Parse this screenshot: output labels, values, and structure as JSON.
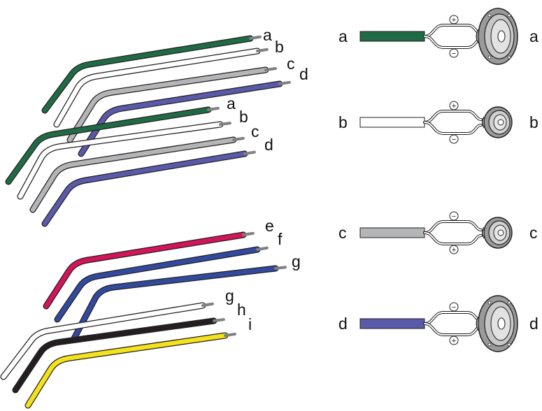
{
  "colors": {
    "green": "#1f6b45",
    "white": "#ffffff",
    "gray": "#b3b5b7",
    "violet": "#5a5aaa",
    "magenta": "#d4145a",
    "blue": "#324a9e",
    "black": "#231f20",
    "yellow": "#f4e21c",
    "tip": "#808080",
    "outline": "#231f20"
  },
  "wire_groups": [
    {
      "wires": [
        {
          "label": "a",
          "color": "green"
        },
        {
          "label": "b",
          "color": "white"
        },
        {
          "label": "c",
          "color": "gray"
        },
        {
          "label": "d",
          "color": "violet"
        }
      ]
    },
    {
      "wires": [
        {
          "label": "a",
          "color": "green"
        },
        {
          "label": "b",
          "color": "white"
        },
        {
          "label": "c",
          "color": "gray"
        },
        {
          "label": "d",
          "color": "violet"
        }
      ]
    },
    {
      "wires": [
        {
          "label": "e",
          "color": "magenta"
        },
        {
          "label": "f",
          "color": "blue"
        },
        {
          "label": "g",
          "color": "blue"
        },
        {
          "label": "g",
          "color": "white"
        },
        {
          "label": "h",
          "color": "black"
        },
        {
          "label": "i",
          "color": "yellow"
        }
      ]
    }
  ],
  "speaker_legend": [
    {
      "label": "a",
      "wire_color": "green",
      "speaker": "oval-icon",
      "top_polarity": "+",
      "bottom_polarity": "−"
    },
    {
      "label": "b",
      "wire_color": "white",
      "speaker": "round-icon",
      "top_polarity": "+",
      "bottom_polarity": "−"
    },
    {
      "label": "c",
      "wire_color": "gray",
      "speaker": "round-icon",
      "top_polarity": "−",
      "bottom_polarity": "+"
    },
    {
      "label": "d",
      "wire_color": "violet",
      "speaker": "oval-icon",
      "top_polarity": "−",
      "bottom_polarity": "+"
    }
  ]
}
